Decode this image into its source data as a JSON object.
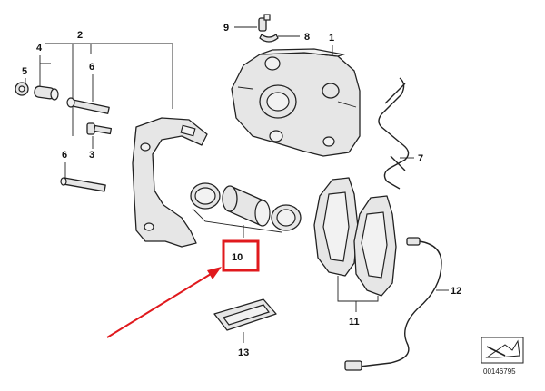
{
  "callouts": {
    "c1": "1",
    "c2": "2",
    "c3": "3",
    "c4": "4",
    "c5": "5",
    "c6a": "6",
    "c6b": "6",
    "c7": "7",
    "c8": "8",
    "c9": "9",
    "c10": "10",
    "c11": "11",
    "c12": "12",
    "c13": "13"
  },
  "diagram_number": "00146795",
  "colors": {
    "highlight_box": "#e0191d",
    "arrow": "#e0191d",
    "line": "#222222"
  }
}
